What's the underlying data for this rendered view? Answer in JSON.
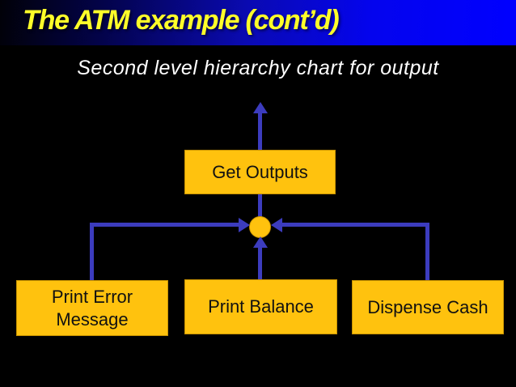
{
  "slide": {
    "title": "The ATM example (cont’d)",
    "subtitle": "Second level hierarchy chart for output"
  },
  "diagram": {
    "nodes": [
      {
        "id": "get-outputs",
        "label": "Get Outputs",
        "level": "parent"
      },
      {
        "id": "print-error-message",
        "label": "Print Error Message",
        "level": "child"
      },
      {
        "id": "print-balance",
        "label": "Print Balance",
        "level": "child"
      },
      {
        "id": "dispense-cash",
        "label": "Dispense Cash",
        "level": "child"
      },
      {
        "id": "junction",
        "label": "",
        "level": "connector",
        "shape": "filled-circle"
      }
    ],
    "edges": [
      {
        "from": "get-outputs",
        "direction": "up-off-slide",
        "style": "arrow"
      },
      {
        "from": "junction",
        "to": "get-outputs",
        "style": "plain-line"
      },
      {
        "from": "print-error-message",
        "to": "junction",
        "style": "elbow-arrow"
      },
      {
        "from": "print-balance",
        "to": "junction",
        "style": "straight-arrow"
      },
      {
        "from": "dispense-cash",
        "to": "junction",
        "style": "elbow-arrow"
      }
    ]
  },
  "colors": {
    "background": "#000000",
    "title-color": "#FFFF29",
    "subtitle-color": "#FFFFFF",
    "node-fill": "#FFC20E",
    "node-border": "#C89200",
    "node-text": "#111111",
    "line": "#3C3CBE",
    "header-dark": "#010108",
    "header-bright": "#0000FF"
  }
}
